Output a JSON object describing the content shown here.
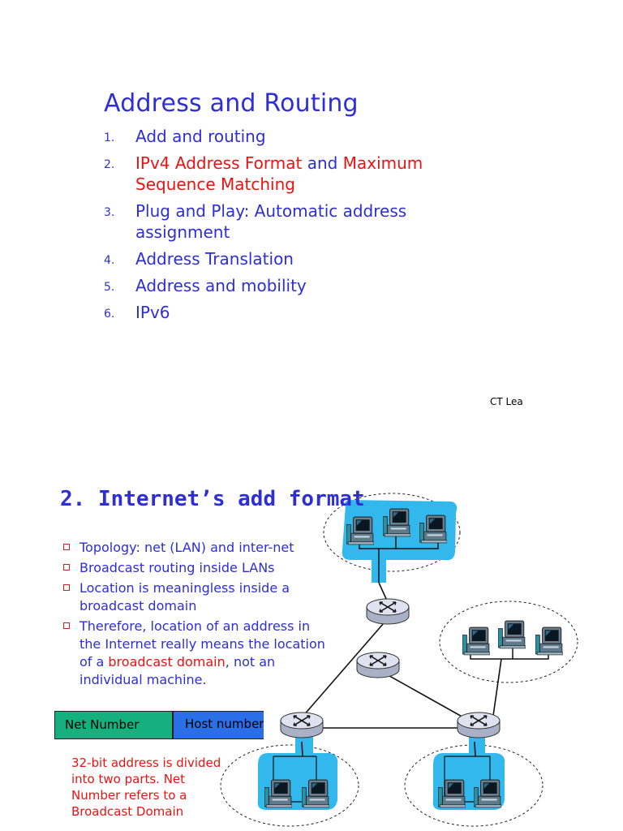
{
  "slide1": {
    "title": "Address and Routing",
    "items": [
      {
        "num": "1.",
        "parts": [
          {
            "text": "Add and routing",
            "color": "blue"
          }
        ]
      },
      {
        "num": "2.",
        "parts": [
          {
            "text": "IPv4 Address Format",
            "color": "red"
          },
          {
            "text": " and ",
            "color": "blue"
          },
          {
            "text": "Maximum Sequence Matching",
            "color": "red"
          }
        ]
      },
      {
        "num": "3.",
        "parts": [
          {
            "text": "Plug and Play: Automatic address assignment",
            "color": "blue"
          }
        ]
      },
      {
        "num": "4.",
        "parts": [
          {
            "text": "Address Translation",
            "color": "blue"
          }
        ]
      },
      {
        "num": "5.",
        "parts": [
          {
            "text": "Address and mobility",
            "color": "blue"
          }
        ]
      },
      {
        "num": "6.",
        "parts": [
          {
            "text": "IPv6",
            "color": "blue"
          }
        ]
      }
    ],
    "author": "CT Lea"
  },
  "slide2": {
    "title": "2. Internet’s add format",
    "bullets": [
      [
        {
          "text": "Topology: net (LAN) and inter-net",
          "color": "blue"
        }
      ],
      [
        {
          "text": "Broadcast routing inside LANs",
          "color": "blue"
        }
      ],
      [
        {
          "text": "Location is meaningless inside a broadcast domain",
          "color": "blue"
        }
      ],
      [
        {
          "text": "Therefore, location of an address in the Internet really means the location of a ",
          "color": "blue"
        },
        {
          "text": "broadcast domain",
          "color": "red"
        },
        {
          "text": ", not an individual machine.",
          "color": "blue"
        }
      ]
    ],
    "net_number_label": "Net Number",
    "host_number_label": "Host number",
    "note": "32-bit address is divided into two parts. Net Number refers to a Broadcast Domain"
  },
  "colors": {
    "title_blue": "#2e2ed6",
    "red": "#ee1111",
    "lan_highlight": "#33b8ee",
    "net_number_fill": "#15b07e",
    "host_number_fill": "#2a6fe8"
  },
  "icons": {
    "router": "router-icon",
    "computer": "computer-icon"
  }
}
